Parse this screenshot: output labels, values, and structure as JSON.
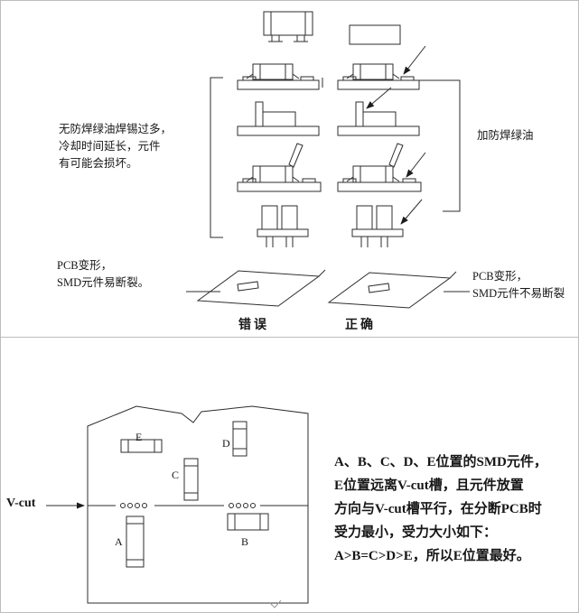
{
  "top_section": {
    "left_note_lines": [
      "无防焊绿油焊锡过多，",
      "冷却时间延长，元件",
      "有可能会损坏。"
    ],
    "right_note": "加防焊绿油",
    "left_result_lines": [
      "PCB变形，",
      "SMD元件易断裂。"
    ],
    "right_result_lines": [
      "PCB变形，",
      "SMD元件不易断裂"
    ],
    "wrong_label": "错误",
    "correct_label": "正确"
  },
  "bottom_section": {
    "vcut_label": "V-cut",
    "labels": {
      "a": "A",
      "b": "B",
      "c": "C",
      "d": "D",
      "e": "E"
    },
    "description_lines": [
      "A、B、C、D、E位置的SMD元件，",
      "E位置远离V-cut槽，且元件放置",
      "方向与V-cut槽平行，在分断PCB时",
      "受力最小，受力大小如下：",
      "A>B=C>D>E，所以E位置最好。"
    ]
  },
  "colors": {
    "line": "#2e2e2e",
    "text": "#161616",
    "border": "#bdbdbd"
  }
}
